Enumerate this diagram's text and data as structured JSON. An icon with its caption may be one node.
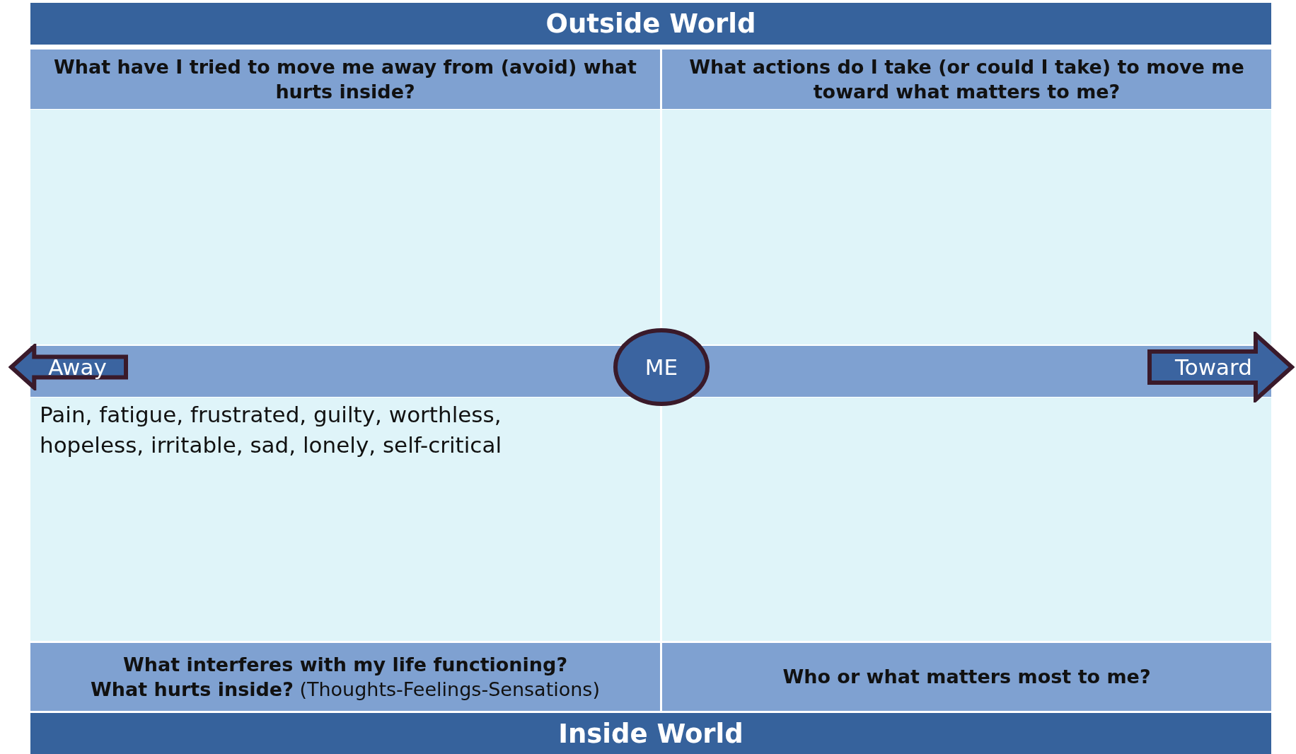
{
  "diagram": {
    "nodes": [
      {
        "text": [
          "Outside World"
        ]
      },
      {
        "text": [
          "What have I tried to  move me away from (avoid) what hurts inside?"
        ]
      },
      {
        "text": [
          "What actions do I take (or could I take) to move me toward what matters to me?"
        ]
      },
      {
        "text": [
          "Away"
        ]
      },
      {
        "text": [
          "ME"
        ]
      },
      {
        "text": [
          "Toward"
        ]
      },
      {
        "text": [
          "What interferes with my life functioning?",
          "**What hurts inside?** (Thoughts-Feelings-Sensations)"
        ]
      },
      {
        "text": [
          "Who or what matters most to me?"
        ]
      },
      {
        "text": [
          "Inside World"
        ]
      }
    ],
    "edges": [],
    "labels": [
      "Pain, fatigue, frustrated, guilty, worthless, hopeless, irritable, sad, lonely, self-critical"
    ]
  }
}
